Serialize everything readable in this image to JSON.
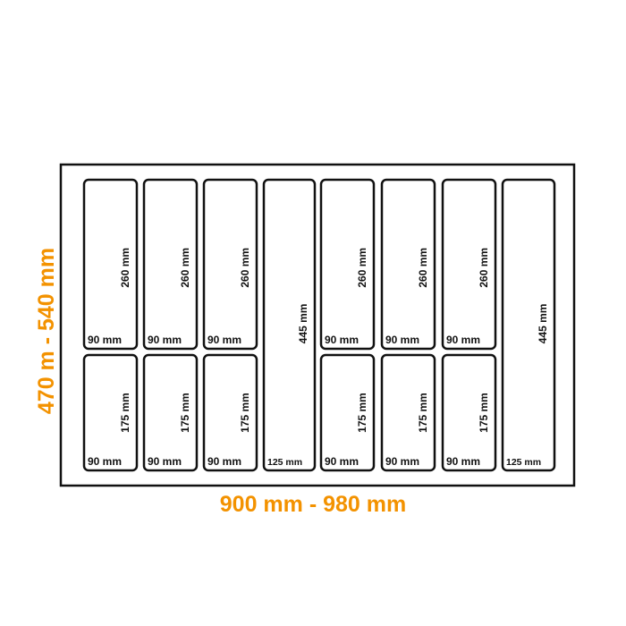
{
  "dimensions": {
    "width_label": "900 mm - 980 mm",
    "depth_label": "470 m - 540 mm"
  },
  "colors": {
    "accent": "#F39200",
    "outline": "#111111"
  },
  "compartments": [
    {
      "id": "c1",
      "width_label": "90 mm",
      "length_label": "260 mm"
    },
    {
      "id": "c2",
      "width_label": "90 mm",
      "length_label": "260 mm"
    },
    {
      "id": "c3",
      "width_label": "90 mm",
      "length_label": "260 mm"
    },
    {
      "id": "c4",
      "width_label": "125 mm",
      "length_label": "445 mm"
    },
    {
      "id": "c5",
      "width_label": "90 mm",
      "length_label": "260 mm"
    },
    {
      "id": "c6",
      "width_label": "90 mm",
      "length_label": "260 mm"
    },
    {
      "id": "c7",
      "width_label": "90 mm",
      "length_label": "260 mm"
    },
    {
      "id": "c8",
      "width_label": "125 mm",
      "length_label": "445 mm"
    },
    {
      "id": "c9",
      "width_label": "90 mm",
      "length_label": "175 mm"
    },
    {
      "id": "c10",
      "width_label": "90 mm",
      "length_label": "175 mm"
    },
    {
      "id": "c11",
      "width_label": "90 mm",
      "length_label": "175 mm"
    },
    {
      "id": "c12",
      "width_label": "90 mm",
      "length_label": "175 mm"
    },
    {
      "id": "c13",
      "width_label": "90 mm",
      "length_label": "175 mm"
    },
    {
      "id": "c14",
      "width_label": "90 mm",
      "length_label": "175 mm"
    }
  ]
}
